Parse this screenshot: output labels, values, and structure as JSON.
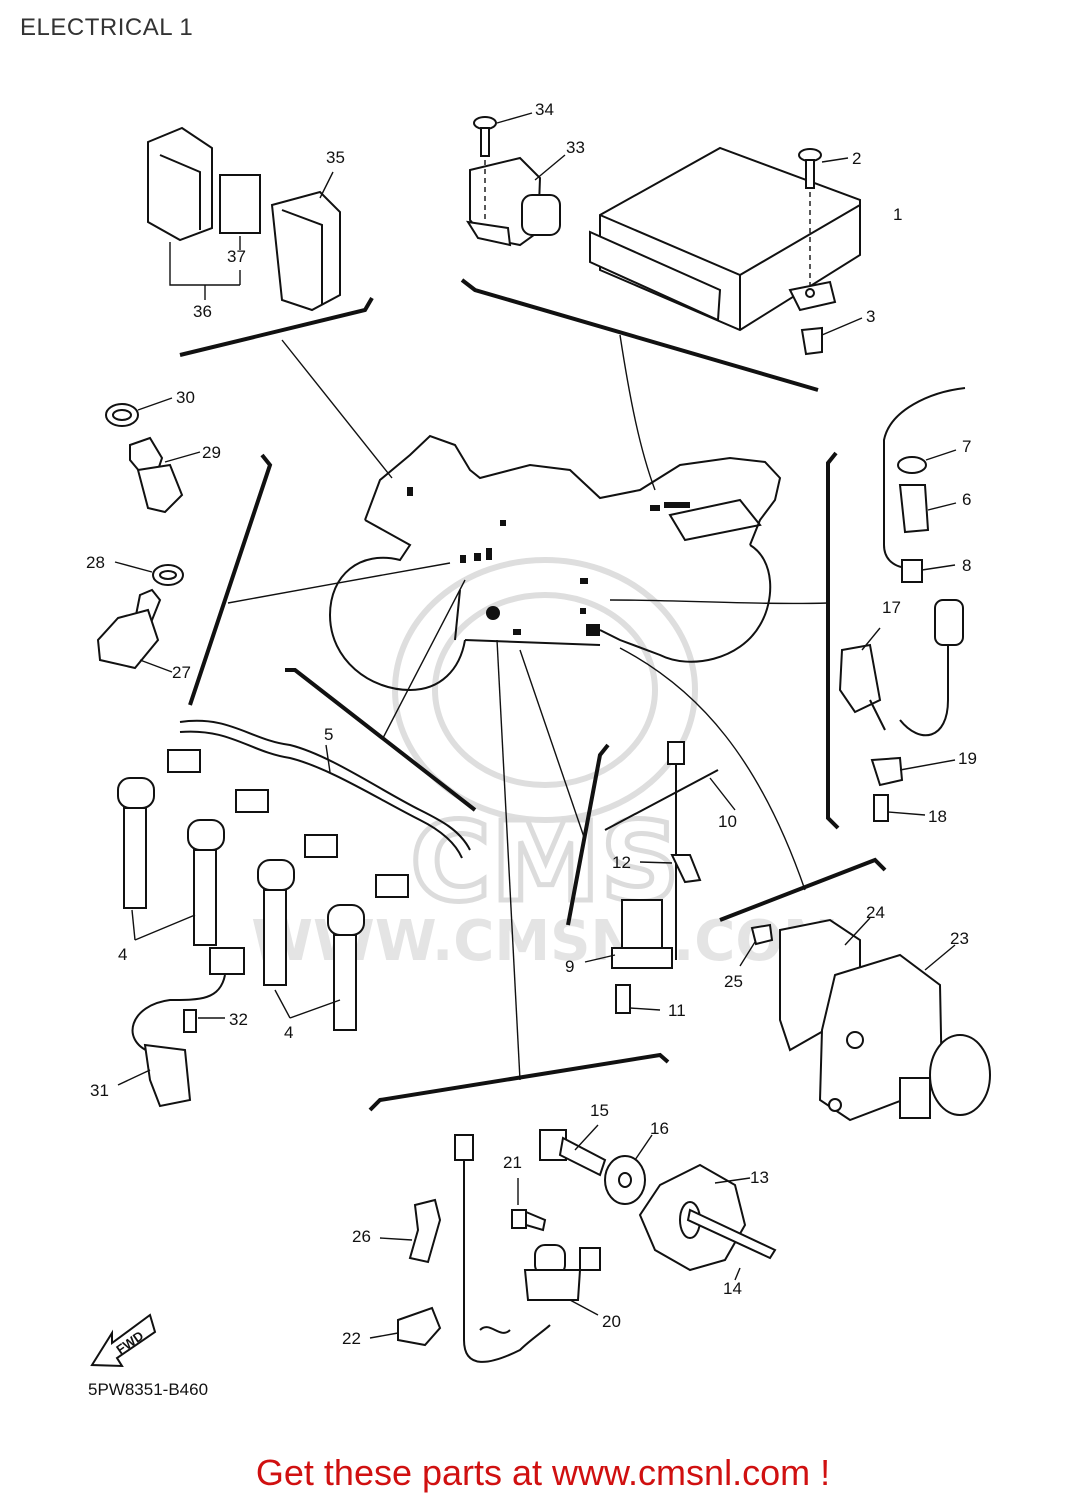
{
  "header": {
    "title": "ELECTRICAL 1"
  },
  "diagram": {
    "code": "5PW8351-B460",
    "fwd_label": "FWD",
    "watermark_text": "WWW.CMSNL.COM",
    "watermark_logo": "CMS",
    "callouts": [
      "1",
      "2",
      "3",
      "4",
      "4",
      "5",
      "6",
      "7",
      "8",
      "9",
      "10",
      "11",
      "12",
      "13",
      "14",
      "15",
      "16",
      "17",
      "18",
      "19",
      "20",
      "21",
      "22",
      "23",
      "24",
      "25",
      "26",
      "27",
      "28",
      "29",
      "30",
      "31",
      "32",
      "33",
      "34",
      "35",
      "36",
      "37"
    ]
  },
  "promo": {
    "text": "Get these parts at www.cmsnl.com !",
    "color": "#d01010"
  }
}
